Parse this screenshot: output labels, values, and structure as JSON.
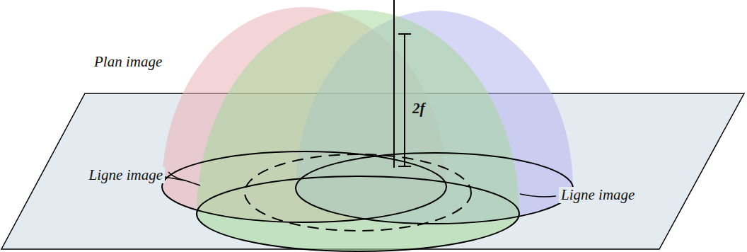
{
  "diagram": {
    "labels": [
      "Plan image",
      "Ligne image",
      "Ligne image",
      "2f"
    ]
  }
}
